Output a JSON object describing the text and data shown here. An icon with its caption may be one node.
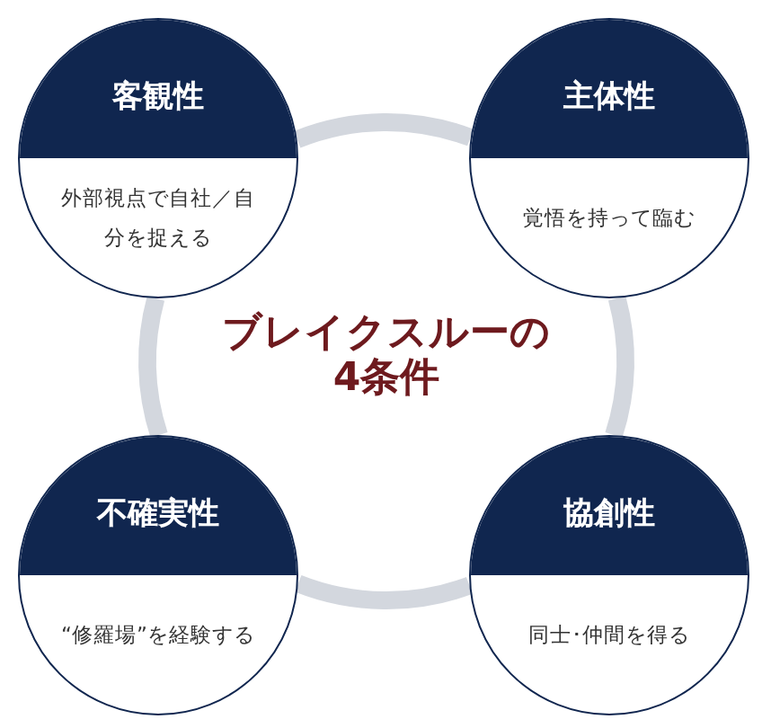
{
  "diagram": {
    "title": "ブレイクスルーの4条件",
    "nodes": [
      {
        "text": [
          "客観性",
          "外部視点で自社／自分を捉える"
        ]
      },
      {
        "text": [
          "主体性",
          "覚悟を持って臨む"
        ]
      },
      {
        "text": [
          "不確実性",
          "“修羅場”を経験する"
        ]
      },
      {
        "text": [
          "協創性",
          "同士･仲間を得る"
        ]
      }
    ],
    "edges": [
      {
        "from": 0,
        "to": 1,
        "arrow": "none",
        "color": "#d3d7de"
      },
      {
        "from": 1,
        "to": 3,
        "arrow": "none",
        "color": "#d3d7de"
      },
      {
        "from": 3,
        "to": 2,
        "arrow": "none",
        "color": "#d3d7de"
      },
      {
        "from": 2,
        "to": 0,
        "arrow": "none",
        "color": "#d3d7de"
      }
    ]
  }
}
